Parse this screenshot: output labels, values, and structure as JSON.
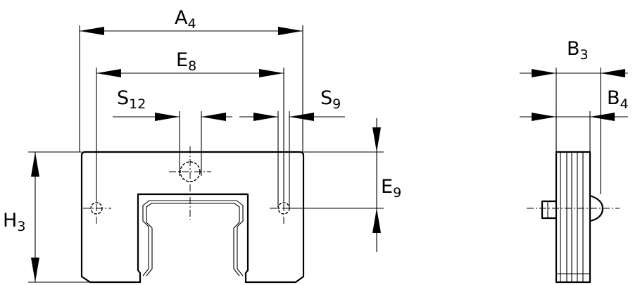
{
  "front_view": {
    "labels": {
      "A4": {
        "main": "A",
        "sub": "4"
      },
      "E8": {
        "main": "E",
        "sub": "8"
      },
      "S12": {
        "main": "S",
        "sub": "12"
      },
      "S9": {
        "main": "S",
        "sub": "9"
      },
      "E9": {
        "main": "E",
        "sub": "9"
      },
      "H3": {
        "main": "H",
        "sub": "3"
      }
    }
  },
  "side_view": {
    "labels": {
      "B3": {
        "main": "B",
        "sub": "3"
      },
      "B4": {
        "main": "B",
        "sub": "4"
      }
    }
  }
}
